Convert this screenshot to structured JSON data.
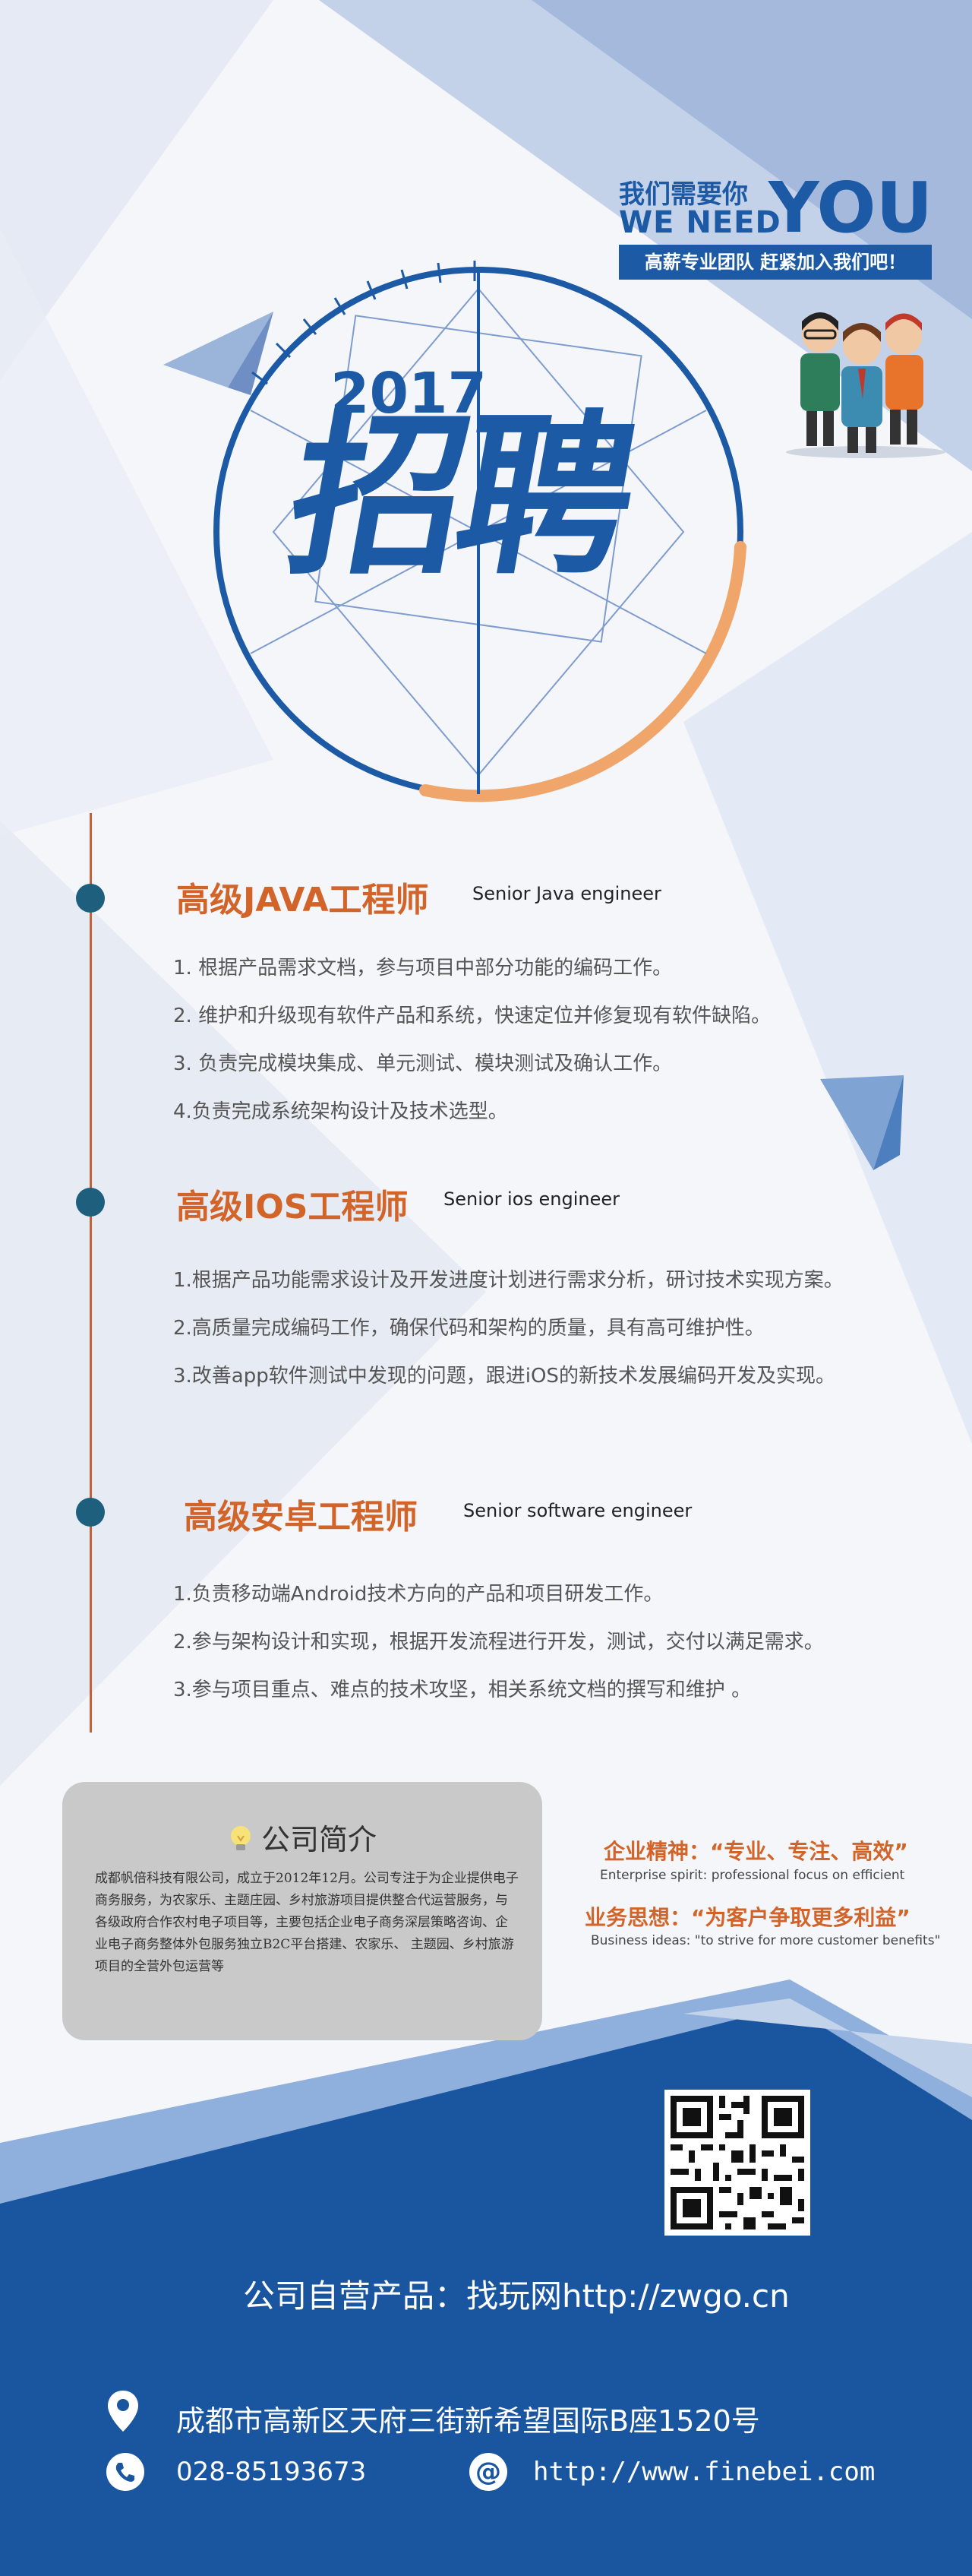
{
  "header": {
    "we_need_cn": "我们需要你",
    "we_need_en": "WE NEED",
    "you": "YOU",
    "slogan": "高薪专业团队  赶紧加入我们吧！",
    "year": "2017",
    "headline": "招聘"
  },
  "jobs": [
    {
      "title": "高级JAVA工程师",
      "title_en": "Senior Java engineer",
      "duties": [
        "1. 根据产品需求文档，参与项目中部分功能的编码工作。",
        "2. 维护和升级现有软件产品和系统，快速定位并修复现有软件缺陷。",
        "3. 负责完成模块集成、单元测试、模块测试及确认工作。",
        "4.负责完成系统架构设计及技术选型。"
      ]
    },
    {
      "title": "高级IOS工程师",
      "title_en": "Senior ios engineer",
      "duties": [
        "1.根据产品功能需求设计及开发进度计划进行需求分析，研讨技术实现方案。",
        "2.高质量完成编码工作，确保代码和架构的质量，具有高可维护性。",
        "3.改善app软件测试中发现的问题，跟进iOS的新技术发展编码开发及实现。"
      ]
    },
    {
      "title": "高级安卓工程师",
      "title_en": "Senior software engineer",
      "duties": [
        "1.负责移动端Android技术方向的产品和项目研发工作。",
        "2.参与架构设计和实现，根据开发流程进行开发，测试，交付以满足需求。",
        "3.参与项目重点、难点的技术攻坚，相关系统文档的撰写和维护 。"
      ]
    }
  ],
  "company": {
    "title": "公司简介",
    "intro": "成都帆倍科技有限公司，成立于2012年12月。公司专注于为企业提供电子商务服务，为农家乐、主题庄园、乡村旅游项目提供整合代运营服务，与各级政府合作农村电子项目等，主要包括企业电子商务深层策略咨询、企业电子商务整体外包服务独立B2C平台搭建、农家乐、 主题园、乡村旅游项目的全营外包运营等"
  },
  "spirit": {
    "enterprise_cn": "企业精神：“专业、专注、高效”",
    "enterprise_en": "Enterprise spirit:  professional focus on efficient",
    "business_cn": "业务思想：“为客户争取更多利益”",
    "business_en": "Business ideas: \"to strive for more customer benefits\""
  },
  "footer": {
    "product": "公司自营产品：找玩网http://zwgo.cn",
    "address": "成都市高新区天府三街新希望国际B座1520号",
    "phone": "028-85193673",
    "website": "http://www.finebei.com"
  },
  "icons": {
    "company_title": "lightbulb-icon",
    "address": "location-pin-icon",
    "phone": "phone-icon",
    "website": "at-sign-icon"
  },
  "colors": {
    "primary_blue": "#1c5aa6",
    "accent_orange": "#d2642a",
    "dark_teal": "#1e5f7e",
    "footer_blue": "#1a56a0"
  }
}
